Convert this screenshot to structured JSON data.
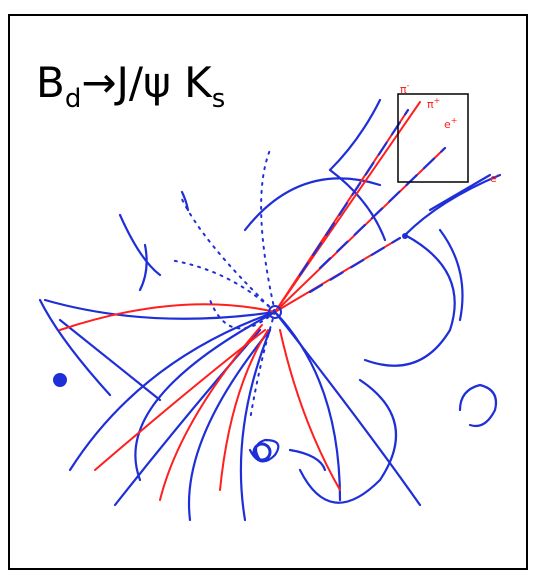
{
  "title": {
    "base": "B",
    "base_sub": "d",
    "arrow": "→",
    "product1": "J/ψ K",
    "product1_sub": "s"
  },
  "particle_labels": {
    "pi_minus": {
      "sym": "π",
      "charge": "-"
    },
    "pi_plus": {
      "sym": "π",
      "charge": "+"
    },
    "e_plus": {
      "sym": "e",
      "charge": "+"
    },
    "e_minus": {
      "sym": "e",
      "charge": "-"
    }
  },
  "colors": {
    "track_blue": "#1f2fd8",
    "track_red": "#ff1f1f",
    "frame": "#000000"
  }
}
